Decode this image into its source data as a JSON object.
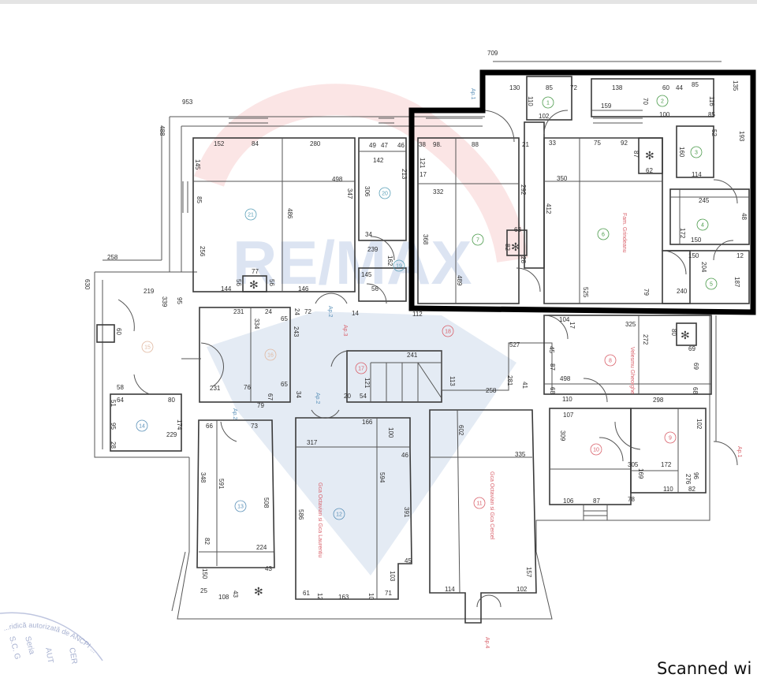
{
  "plan": {
    "dimensions": [
      "709",
      "130",
      "85",
      "72",
      "138",
      "60",
      "44",
      "85",
      "110",
      "102",
      "159",
      "70",
      "100",
      "85",
      "116",
      "135",
      "193",
      "38",
      "98.",
      "88",
      "121",
      "17",
      "332",
      "21",
      "33",
      "75",
      "92",
      "87",
      "62",
      "350",
      "292",
      "412",
      "160",
      "52",
      "114",
      "245",
      "172",
      "150",
      "150",
      "204",
      "240",
      "187",
      "12",
      "48",
      "368",
      "489",
      "63",
      "82",
      "28",
      "525",
      "79",
      "953",
      "488",
      "152",
      "84",
      "280",
      "145",
      "498",
      "85",
      "347",
      "486",
      "49",
      "47",
      "46",
      "142",
      "213",
      "306",
      "258",
      "256",
      "77",
      "56",
      "56",
      "144",
      "146",
      "34",
      "239",
      "162",
      "145",
      "56",
      "630",
      "219",
      "339",
      "95",
      "231",
      "334",
      "24",
      "65",
      "24",
      "72",
      "243",
      "14",
      "112",
      "241",
      "121",
      "20",
      "54",
      "65",
      "34",
      "231",
      "79",
      "67",
      "58",
      "76",
      "64",
      "80",
      "51",
      "95",
      "174",
      "229",
      "28",
      "66",
      "73",
      "166",
      "100",
      "317",
      "46",
      "60",
      "104",
      "17",
      "325",
      "272",
      "80",
      "69",
      "527",
      "45",
      "87",
      "498",
      "113",
      "281",
      "258",
      "41",
      "68",
      "110",
      "298",
      "69",
      "68",
      "107",
      "309",
      "305",
      "172",
      "169",
      "102",
      "276",
      "96",
      "110",
      "82",
      "106",
      "87",
      "78",
      "602",
      "335",
      "348",
      "591",
      "508",
      "82",
      "224",
      "150",
      "43",
      "25",
      "108",
      "43",
      "586",
      "594",
      "391",
      "45",
      "103",
      "61",
      "12",
      "163",
      "10",
      "71",
      "157",
      "114",
      "102"
    ],
    "room_numbers": [
      "1",
      "2",
      "3",
      "4",
      "5",
      "6",
      "7",
      "8",
      "9",
      "10",
      "11",
      "12",
      "13",
      "14",
      "15",
      "16",
      "17",
      "18",
      "19",
      "20",
      "21"
    ],
    "owners": [
      "Fam. Grindeanu",
      "Velesmu Gheorghe",
      "Gca Octavian si Gca Laurentiu",
      "Gca Octavian si Gca Cercel"
    ],
    "apartment_labels": [
      "Ap.1",
      "Ap.2",
      "Ap.3",
      "Ap.2",
      "Ap.2",
      "Ap.1",
      "Ap.4"
    ],
    "colors": {
      "highlight": "#000000",
      "walls": "#3a3a3a",
      "owner_text": "#d9606a",
      "watermark_blue": "#3b6bb5",
      "watermark_red": "#e0454a"
    }
  },
  "watermark": {
    "text": "RE/MAX"
  },
  "stamp": {
    "ring_text": "...ridică autorizată de ANCPI ...",
    "lines": [
      "CER",
      "AUT",
      "Seria",
      "S.C. G"
    ]
  },
  "footer": {
    "scanned_text": "Scanned wi"
  }
}
